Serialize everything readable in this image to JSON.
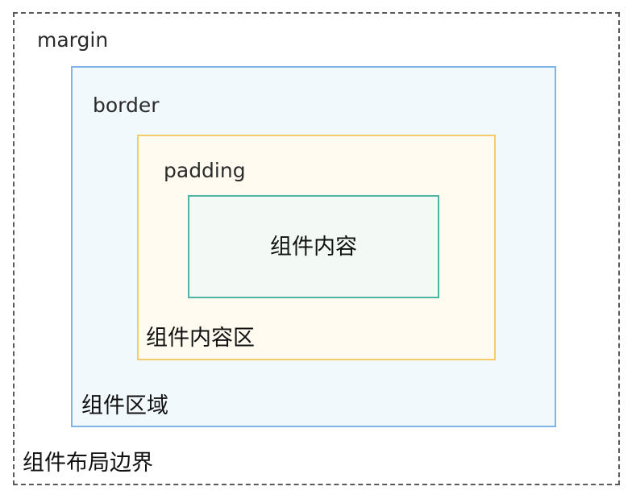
{
  "labels": {
    "margin": "margin",
    "border": "border",
    "padding": "padding",
    "content": "组件内容",
    "content_area": "组件内容区",
    "component_area": "组件区域",
    "layout_boundary": "组件布局边界"
  },
  "colors": {
    "margin_border": "#5a5a5a",
    "border_stroke": "#7fb6e6",
    "border_fill": "#f1f9fd",
    "padding_stroke": "#f4cd6a",
    "padding_fill": "#fffbf1",
    "content_stroke": "#4fb4a3",
    "content_fill": "#f3faf6"
  }
}
